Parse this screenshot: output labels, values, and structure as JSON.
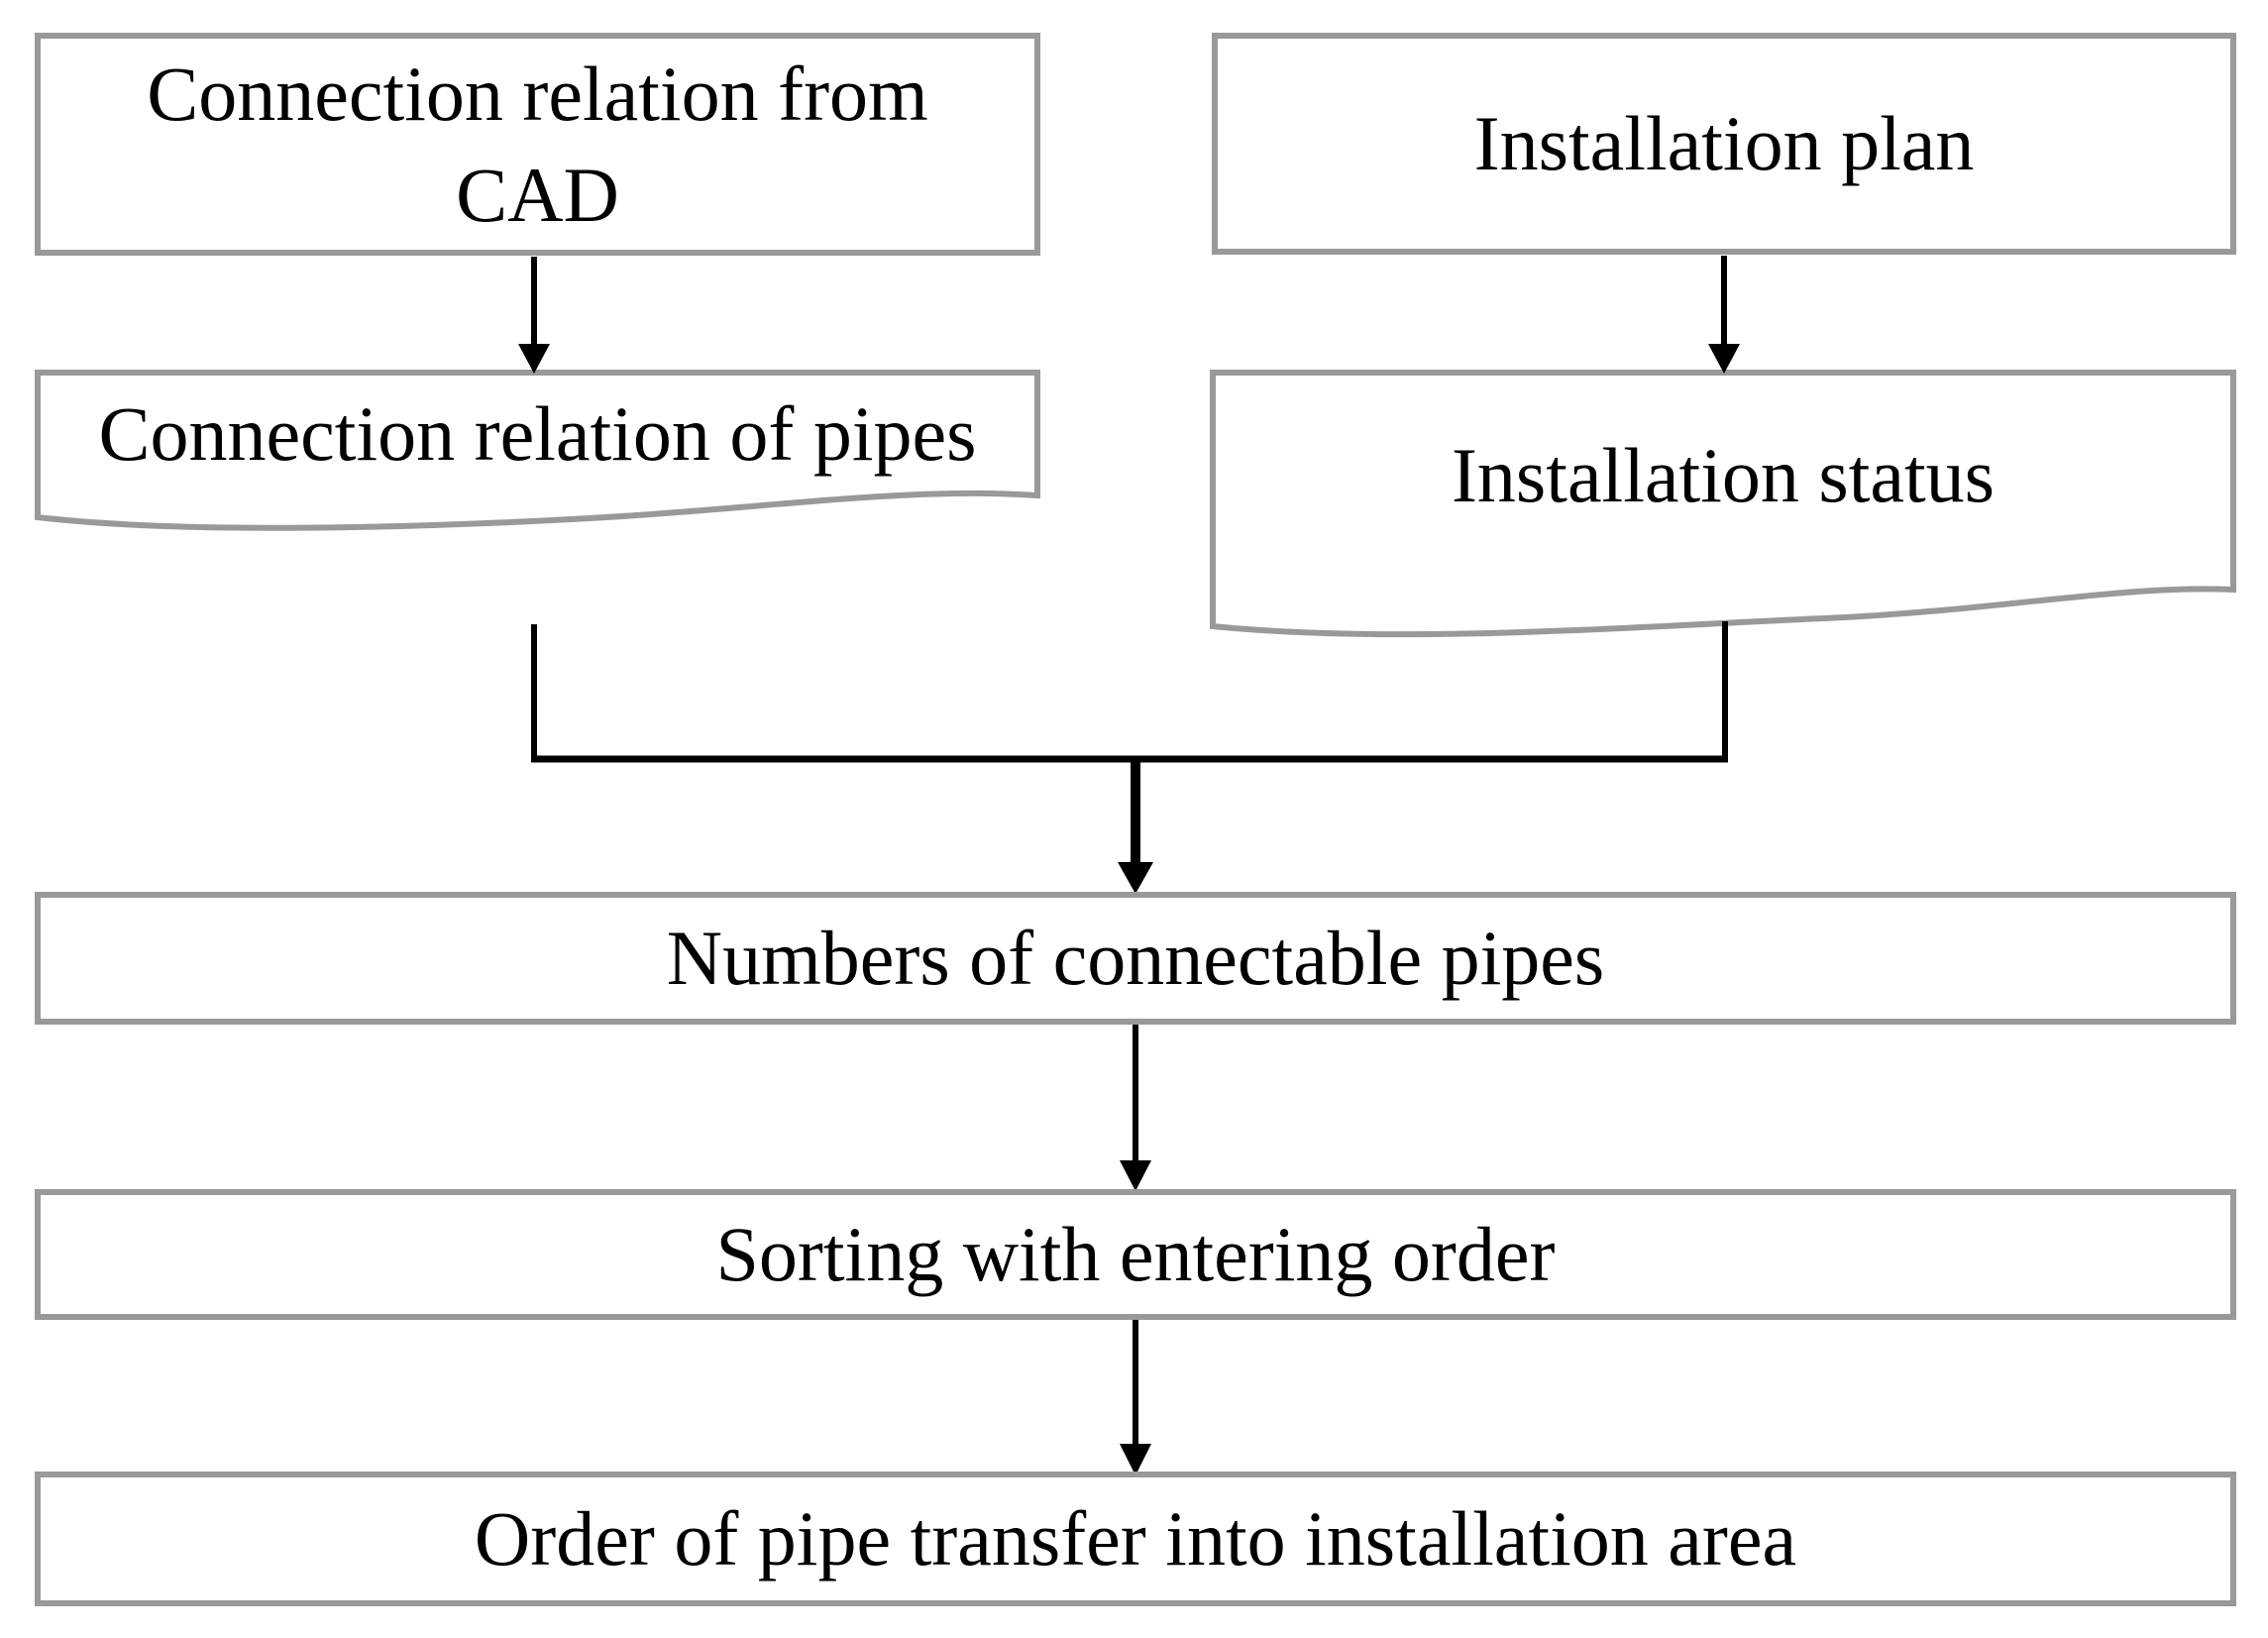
{
  "colors": {
    "background": "#ffffff",
    "box_border": "#999999",
    "connector": "#000000",
    "text": "#000000"
  },
  "nodes": {
    "cad_source": {
      "label": "Connection relation from CAD",
      "shape": "rectangle"
    },
    "installation_plan": {
      "label": "Installation plan",
      "shape": "rectangle"
    },
    "connection_relation_pipes": {
      "label": "Connection relation of pipes",
      "shape": "document"
    },
    "installation_status": {
      "label": "Installation status",
      "shape": "document"
    },
    "numbers_connectable_pipes": {
      "label": "Numbers of connectable pipes",
      "shape": "rectangle"
    },
    "sorting_entering_order": {
      "label": "Sorting with entering order",
      "shape": "rectangle"
    },
    "pipe_transfer_order": {
      "label": "Order of pipe transfer into installation area",
      "shape": "rectangle"
    }
  },
  "edges": [
    {
      "from": "cad_source",
      "to": "connection_relation_pipes",
      "style": "thin-arrow"
    },
    {
      "from": "installation_plan",
      "to": "installation_status",
      "style": "thin-arrow"
    },
    {
      "from": "connection_relation_pipes",
      "to": "numbers_connectable_pipes",
      "style": "merged-elbow-thick-arrow"
    },
    {
      "from": "installation_status",
      "to": "numbers_connectable_pipes",
      "style": "merged-elbow-thick-arrow"
    },
    {
      "from": "numbers_connectable_pipes",
      "to": "sorting_entering_order",
      "style": "thin-arrow"
    },
    {
      "from": "sorting_entering_order",
      "to": "pipe_transfer_order",
      "style": "thin-arrow"
    }
  ]
}
